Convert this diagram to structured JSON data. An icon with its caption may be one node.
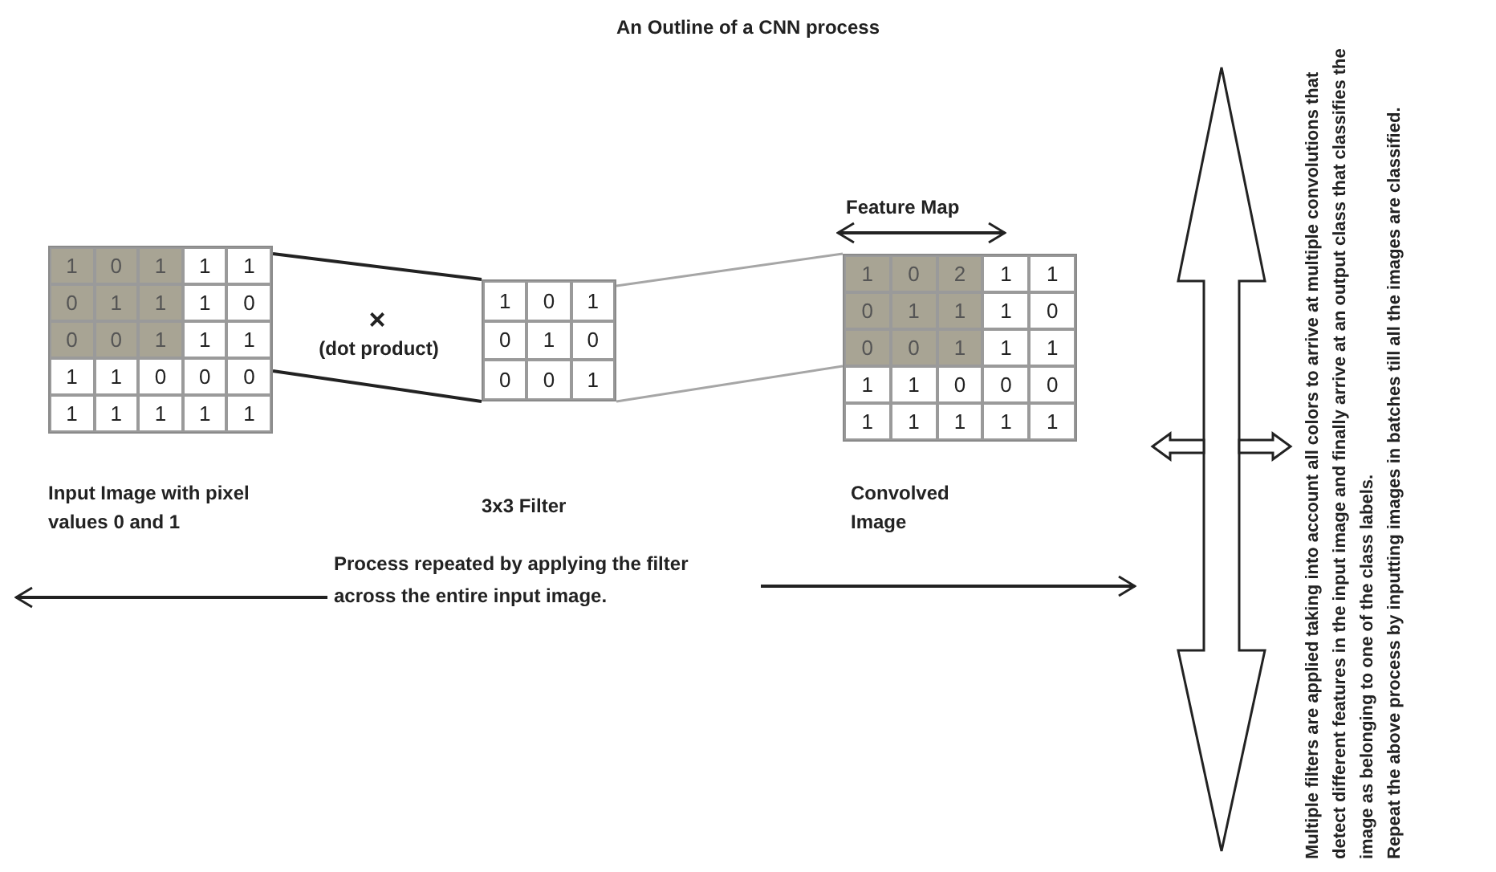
{
  "diagram": {
    "title": "An Outline of a CNN process",
    "nodes": [
      {
        "text": [
          "1",
          "0",
          "1",
          "1",
          "1",
          "0",
          "1",
          "1",
          "1",
          "0",
          "0",
          "0",
          "1",
          "1",
          "1",
          "1",
          "1",
          "0",
          "0",
          "0",
          "1",
          "1",
          "1",
          "1",
          "1"
        ],
        "beside": [
          "Input Image with pixel values 0 and 1"
        ]
      },
      {
        "text": [
          "1",
          "0",
          "1",
          "0",
          "1",
          "0",
          "0",
          "0",
          "1"
        ]
      },
      {
        "text": [
          "1",
          "0",
          "2",
          "1",
          "1",
          "0",
          "1",
          "1",
          "1",
          "0",
          "0",
          "0",
          "1",
          "1",
          "1",
          "1",
          "1",
          "0",
          "0",
          "0",
          "1",
          "1",
          "1",
          "1",
          "1"
        ],
        "beside": [
          "Convolved Image"
        ]
      },
      {
        "text": [
          "Process repeated by applying the filter across the entire input image."
        ]
      }
    ],
    "edges": [
      {
        "from": 0,
        "to": 1,
        "arrow": "none"
      },
      {
        "from": 0,
        "to": 1,
        "arrow": "none"
      },
      {
        "from": 1,
        "to": 2,
        "arrow": "none",
        "color": "#a6a6a6"
      },
      {
        "from": 1,
        "to": 2,
        "arrow": "none",
        "color": "#a6a6a6"
      },
      {
        "from": 3,
        "to": null,
        "arrow": "to"
      },
      {
        "from": 3,
        "to": null,
        "arrow": "to"
      }
    ],
    "labels": [
      "3x3 Filter",
      "×",
      "(dot product)",
      "Feature Map",
      "Multiple filters are applied taking into account all colors to arrive at multiple convolutions that detect different features in the input image and finally arrive at an output class that classifies the image as belonging to one of the class labels.",
      "Repeat the above process by inputting images in batches till all the images are classified."
    ]
  }
}
